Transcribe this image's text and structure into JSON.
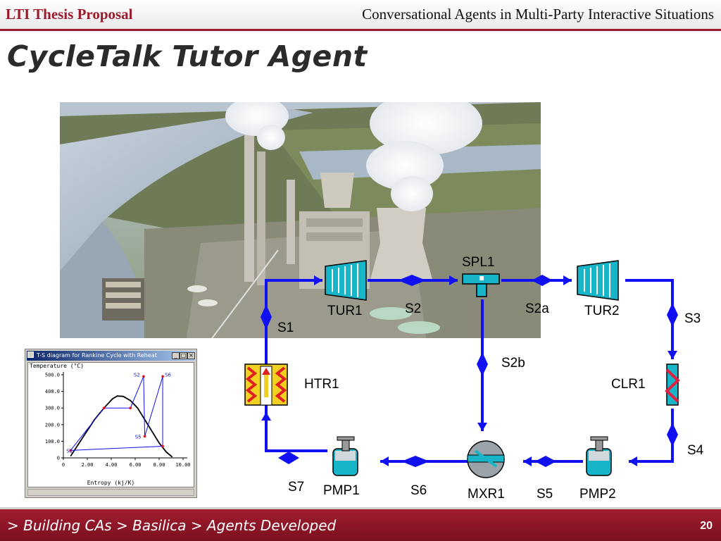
{
  "header": {
    "left": "LTI Thesis Proposal",
    "right": "Conversational Agents in Multi-Party Interactive Situations"
  },
  "slide": {
    "title": "CycleTalk Tutor Agent"
  },
  "photo": {
    "subject": "power plant"
  },
  "cycle_diagram": {
    "components": {
      "tur1": "TUR1",
      "spl1": "SPL1",
      "tur2": "TUR2",
      "htr1": "HTR1",
      "clr1": "CLR1",
      "pmp1": "PMP1",
      "mxr1": "MXR1",
      "pmp2": "PMP2"
    },
    "streams": {
      "s1": "S1",
      "s2": "S2",
      "s2a": "S2a",
      "s2b": "S2b",
      "s3": "S3",
      "s4": "S4",
      "s5": "S5",
      "s6": "S6",
      "s7": "S7"
    },
    "pipe_color": "#1010f0"
  },
  "ts_window": {
    "title": "T-S diagram for Rankine Cycle with Reheat",
    "buttons": [
      "_",
      "□",
      "×"
    ],
    "ylabel": "Temperature (°C)",
    "xlabel": "Entropy (kj/K)"
  },
  "chart_data": {
    "type": "line",
    "title": "",
    "xlabel": "Entropy (kj/K)",
    "ylabel": "Temperature (°C)",
    "xlim": [
      0,
      10
    ],
    "ylim": [
      0,
      500
    ],
    "x_ticks": [
      "0",
      "2.00",
      "4.00",
      "6.00",
      "8.00",
      "10.00"
    ],
    "y_ticks": [
      "0",
      "100.0",
      "200.0",
      "300.0",
      "400.0",
      "500.0"
    ],
    "series": [
      {
        "name": "",
        "x": [
          0.6,
          1.6,
          2.6,
          3.4,
          4.1,
          4.5,
          5.0,
          5.6,
          6.2,
          6.8,
          7.4,
          8.0,
          8.6,
          9.1
        ],
        "y": [
          10,
          120,
          230,
          300,
          355,
          372,
          370,
          345,
          300,
          230,
          160,
          90,
          35,
          5
        ]
      },
      {
        "name": "",
        "x": [
          0.6,
          0.6,
          3.4,
          5.6,
          6.7,
          6.8,
          8.3,
          8.3,
          0.6
        ],
        "y": [
          45,
          45,
          300,
          300,
          490,
          130,
          490,
          70,
          45
        ]
      }
    ],
    "point_labels": [
      {
        "label": "S1",
        "x": 0.6,
        "y": 45
      },
      {
        "label": "S2",
        "x": 6.7,
        "y": 490
      },
      {
        "label": "S5",
        "x": 6.8,
        "y": 130
      },
      {
        "label": "S6",
        "x": 8.3,
        "y": 490
      }
    ]
  },
  "footer": {
    "breadcrumb": "> Building CAs > Basilica > Agents Developed",
    "page": "20"
  }
}
